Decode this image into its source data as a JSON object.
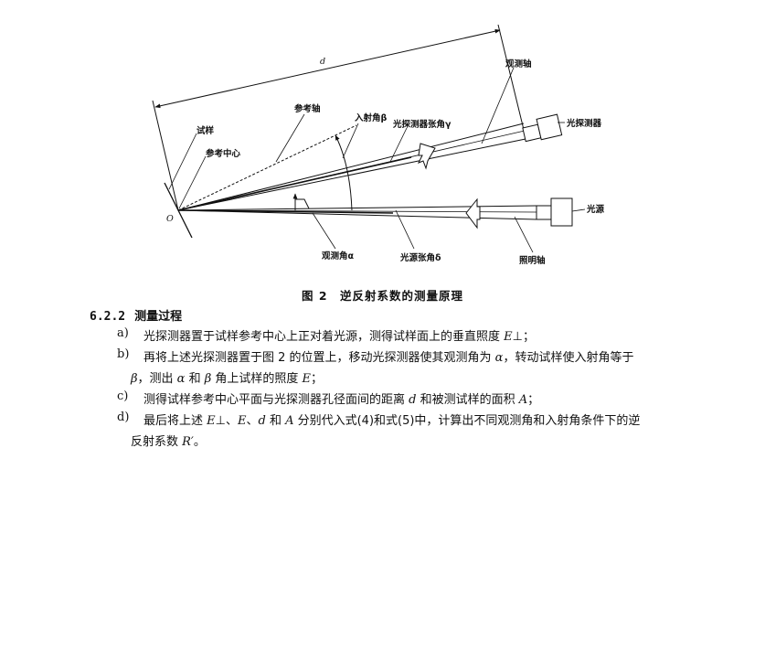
{
  "diagram": {
    "labels": {
      "d": "d",
      "observation_axis": "观测轴",
      "reference_axis": "参考轴",
      "incidence_angle": "入射角β",
      "detector_aperture_angle": "光探测器张角γ",
      "detector": "光探测器",
      "sample": "试样",
      "reference_center": "参考中心",
      "origin": "O",
      "light_source": "光源",
      "observation_angle": "观测角α",
      "source_aperture_angle": "光源张角δ",
      "illumination_axis": "照明轴"
    }
  },
  "caption": "图 2　逆反射系数的测量原理",
  "section": {
    "number": "6.2.2",
    "title": "测量过程"
  },
  "items": [
    {
      "marker": "a)",
      "lines": [
        [
          {
            "t": "光探测器置于试样参考中心上正对着光源，测得试样面上的垂直照度 "
          },
          {
            "t": "E",
            "i": true
          },
          {
            "t": "⊥；"
          }
        ]
      ]
    },
    {
      "marker": "b)",
      "lines": [
        [
          {
            "t": "再将上述光探测器置于图 2 的位置上，移动光探测器使其观测角为 "
          },
          {
            "t": "α",
            "i": true
          },
          {
            "t": "，转动试样使入射角等于"
          }
        ],
        [
          {
            "t": "β",
            "i": true
          },
          {
            "t": "，测出 "
          },
          {
            "t": "α",
            "i": true
          },
          {
            "t": " 和 "
          },
          {
            "t": "β",
            "i": true
          },
          {
            "t": " 角上试样的照度 "
          },
          {
            "t": "E",
            "i": true
          },
          {
            "t": "；"
          }
        ]
      ]
    },
    {
      "marker": "c)",
      "lines": [
        [
          {
            "t": "测得试样参考中心平面与光探测器孔径面间的距离 "
          },
          {
            "t": "d",
            "i": true
          },
          {
            "t": " 和被测试样的面积 "
          },
          {
            "t": "A",
            "i": true
          },
          {
            "t": "；"
          }
        ]
      ]
    },
    {
      "marker": "d)",
      "lines": [
        [
          {
            "t": "最后将上述 "
          },
          {
            "t": "E",
            "i": true
          },
          {
            "t": "⊥、"
          },
          {
            "t": "E",
            "i": true
          },
          {
            "t": "、"
          },
          {
            "t": "d",
            "i": true
          },
          {
            "t": " 和 "
          },
          {
            "t": "A",
            "i": true
          },
          {
            "t": " 分别代入式(4)和式(5)中，计算出不同观测角和入射角条件下的逆"
          }
        ],
        [
          {
            "t": "反射系数 "
          },
          {
            "t": "R′",
            "i": true
          },
          {
            "t": "。"
          }
        ]
      ]
    }
  ]
}
